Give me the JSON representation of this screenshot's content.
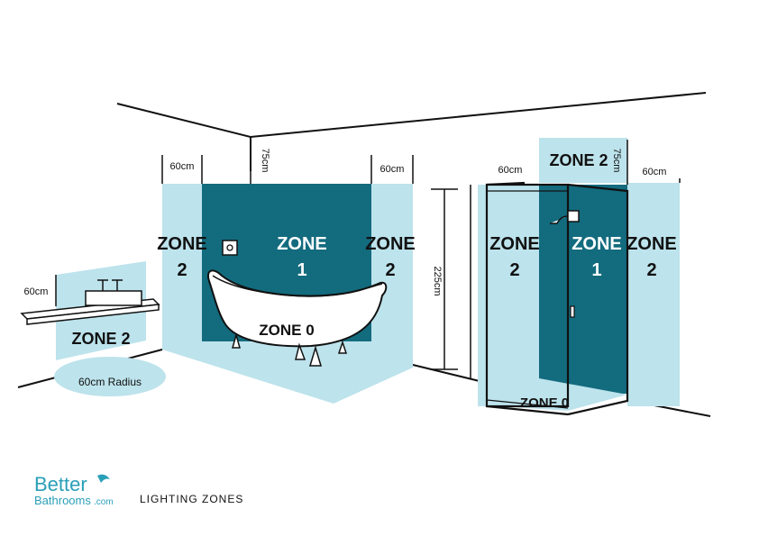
{
  "colors": {
    "zone_dark": "#136b7e",
    "zone_light": "#bde3ec",
    "line": "#111111",
    "logo": "#2a9fb8"
  },
  "zones": {
    "wall_left_zone2": "ZONE",
    "wall_left_zone2_num": "2",
    "wall_zone1": "ZONE",
    "wall_zone1_num": "1",
    "wall_right_zone2": "ZONE",
    "wall_right_zone2_num": "2",
    "bath_zone0": "ZONE 0",
    "basin_zone2": "ZONE 2",
    "shower_top_zone2": "ZONE 2",
    "shower_left_zone2": "ZONE",
    "shower_left_zone2_num": "2",
    "shower_zone1": "ZONE",
    "shower_zone1_num": "1",
    "shower_right_zone2": "ZONE",
    "shower_right_zone2_num": "2",
    "shower_zone0": "ZONE 0"
  },
  "dimensions": {
    "bath_left_width": "60cm",
    "bath_right_width": "60cm",
    "bath_top_height": "75cm",
    "basin_height": "60cm",
    "basin_radius": "60cm Radius",
    "room_height": "225cm",
    "shower_left_width": "60cm",
    "shower_right_width": "60cm",
    "shower_top_height": "75cm"
  },
  "logo": {
    "line1": "Better",
    "line2": "Bathrooms",
    "suffix": ".com"
  },
  "caption": "LIGHTING ZONES"
}
